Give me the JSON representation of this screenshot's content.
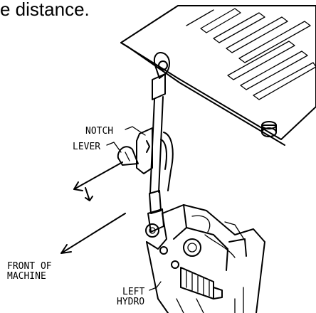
{
  "caption": "e distance.",
  "labels": {
    "notch": "NOTCH",
    "lever": "LEVER",
    "front_line1": "FRONT OF",
    "front_line2": "MACHINE",
    "hydro_line1": "LEFT",
    "hydro_line2": "HYDRO"
  }
}
